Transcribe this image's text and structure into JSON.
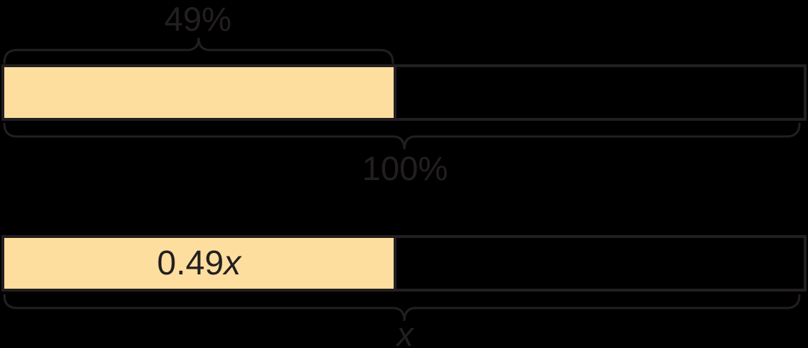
{
  "figure": {
    "type": "tape-diagram",
    "title": "",
    "top_tape": {
      "shaded_label": "49%",
      "total_label": "100%",
      "shaded_percent": 49
    },
    "bottom_tape": {
      "shaded_coefficient": "0.49",
      "shaded_variable": "x",
      "total_label": "x",
      "shaded_percent": 49
    }
  },
  "colors": {
    "background": "#000000",
    "stroke": "#231f20",
    "shaded_fill": "#fede9e",
    "text": "#231f20"
  }
}
